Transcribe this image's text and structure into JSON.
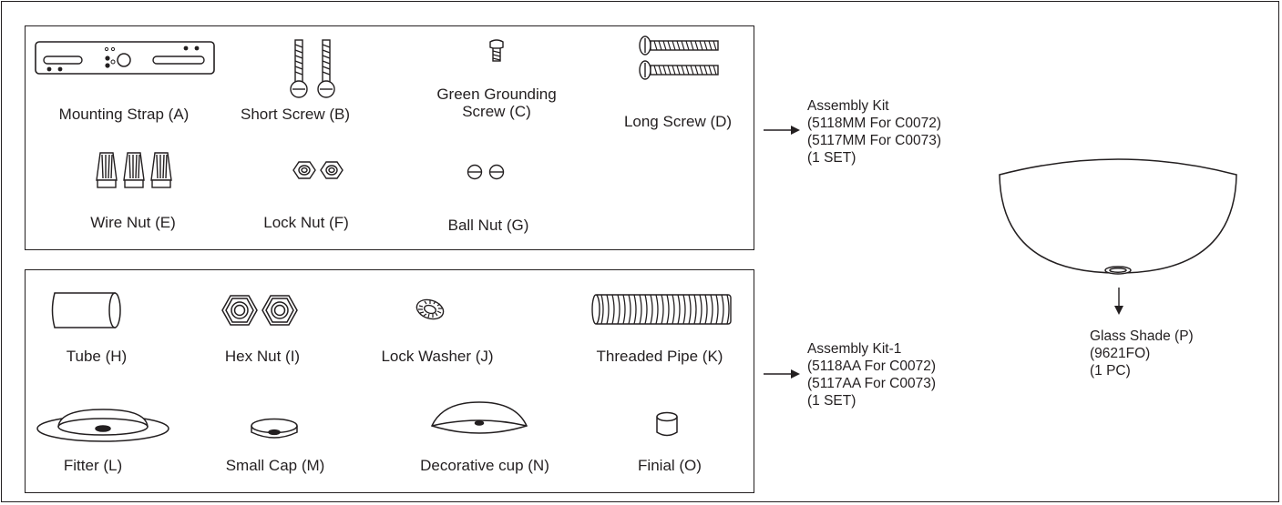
{
  "kit1": {
    "parts": [
      {
        "id": "A",
        "label": "Mounting Strap (A)"
      },
      {
        "id": "B",
        "label": "Short Screw (B)"
      },
      {
        "id": "C",
        "label_line1": "Green Grounding",
        "label_line2": "Screw (C)"
      },
      {
        "id": "D",
        "label": "Long Screw (D)"
      },
      {
        "id": "E",
        "label": "Wire Nut (E)"
      },
      {
        "id": "F",
        "label": "Lock Nut (F)"
      },
      {
        "id": "G",
        "label": "Ball Nut (G)"
      }
    ],
    "callout": [
      "Assembly Kit",
      "(5118MM For C0072)",
      "(5117MM For C0073)",
      "(1 SET)"
    ]
  },
  "kit2": {
    "parts": [
      {
        "id": "H",
        "label": "Tube (H)"
      },
      {
        "id": "I",
        "label": "Hex Nut (I)"
      },
      {
        "id": "J",
        "label": "Lock Washer (J)"
      },
      {
        "id": "K",
        "label": "Threaded Pipe (K)"
      },
      {
        "id": "L",
        "label": "Fitter (L)"
      },
      {
        "id": "M",
        "label": "Small Cap (M)"
      },
      {
        "id": "N",
        "label": "Decorative cup (N)"
      },
      {
        "id": "O",
        "label": "Finial (O)"
      }
    ],
    "callout": [
      "Assembly Kit-1",
      "(5118AA For C0072)",
      "(5117AA For C0073)",
      "(1 SET)"
    ]
  },
  "shade": {
    "callout": [
      "Glass Shade (P)",
      "(9621FO)",
      "(1 PC)"
    ]
  },
  "colors": {
    "line": "#231f20",
    "background": "#ffffff"
  }
}
